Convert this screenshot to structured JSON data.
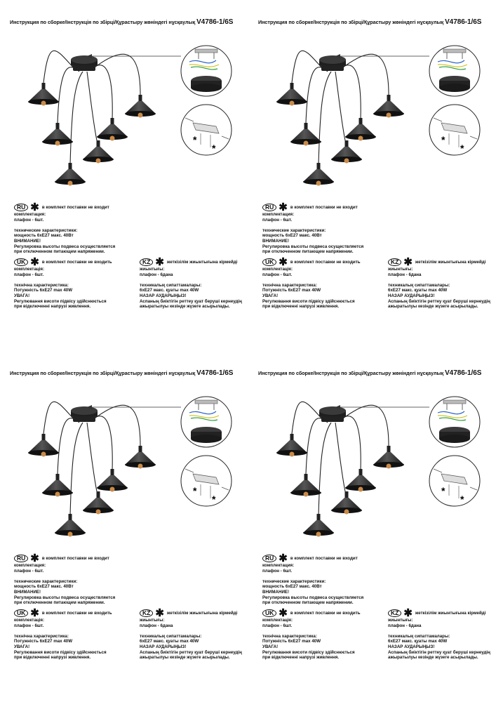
{
  "title_prefix": "Инструкция по сборке/Інструкція по збірці/Құрастыру жөніндегі нұсқаулық ",
  "model": "V4786-1/6S",
  "assembly_star_marks": [
    "*",
    "*"
  ],
  "ru": {
    "code": "RU",
    "not_included": "в комплект поставки не входит",
    "lines": [
      "комплектация:",
      "плафон - 6шт.",
      "",
      "технические характеристики:",
      "мощность 6хЕ27 макс. 40Вт",
      "ВНИМАНИЕ!",
      "Регулировка высоты подвеса осуществляется",
      "при отключенном питающем напряжении."
    ]
  },
  "uk": {
    "code": "UK",
    "not_included": "в комплект поставки не входить",
    "lines": [
      "комплектація:",
      "плафон - 6шт.",
      "",
      "технічна характеристика:",
      "Потужність 6хЕ27 max 40W",
      "УВАГА!",
      "Регулювання висоти підвісу здійснюється",
      "при відключенні напрузі живлення."
    ]
  },
  "kz": {
    "code": "KZ",
    "not_included": "жеткізілім жиынтығына кірмейді",
    "lines": [
      "жиынтығы:",
      "плафон - 6дана",
      "",
      "техникалық сипаттамалары:",
      "6хЕ27 макс. қуаты max 40W",
      "НАЗАР АУДАРЫҢЫЗ!",
      "Аспаның биіктігін реттеу қуат беруші кернеудің",
      "ажыратылуы кезінде жүзеге асырылады."
    ]
  }
}
